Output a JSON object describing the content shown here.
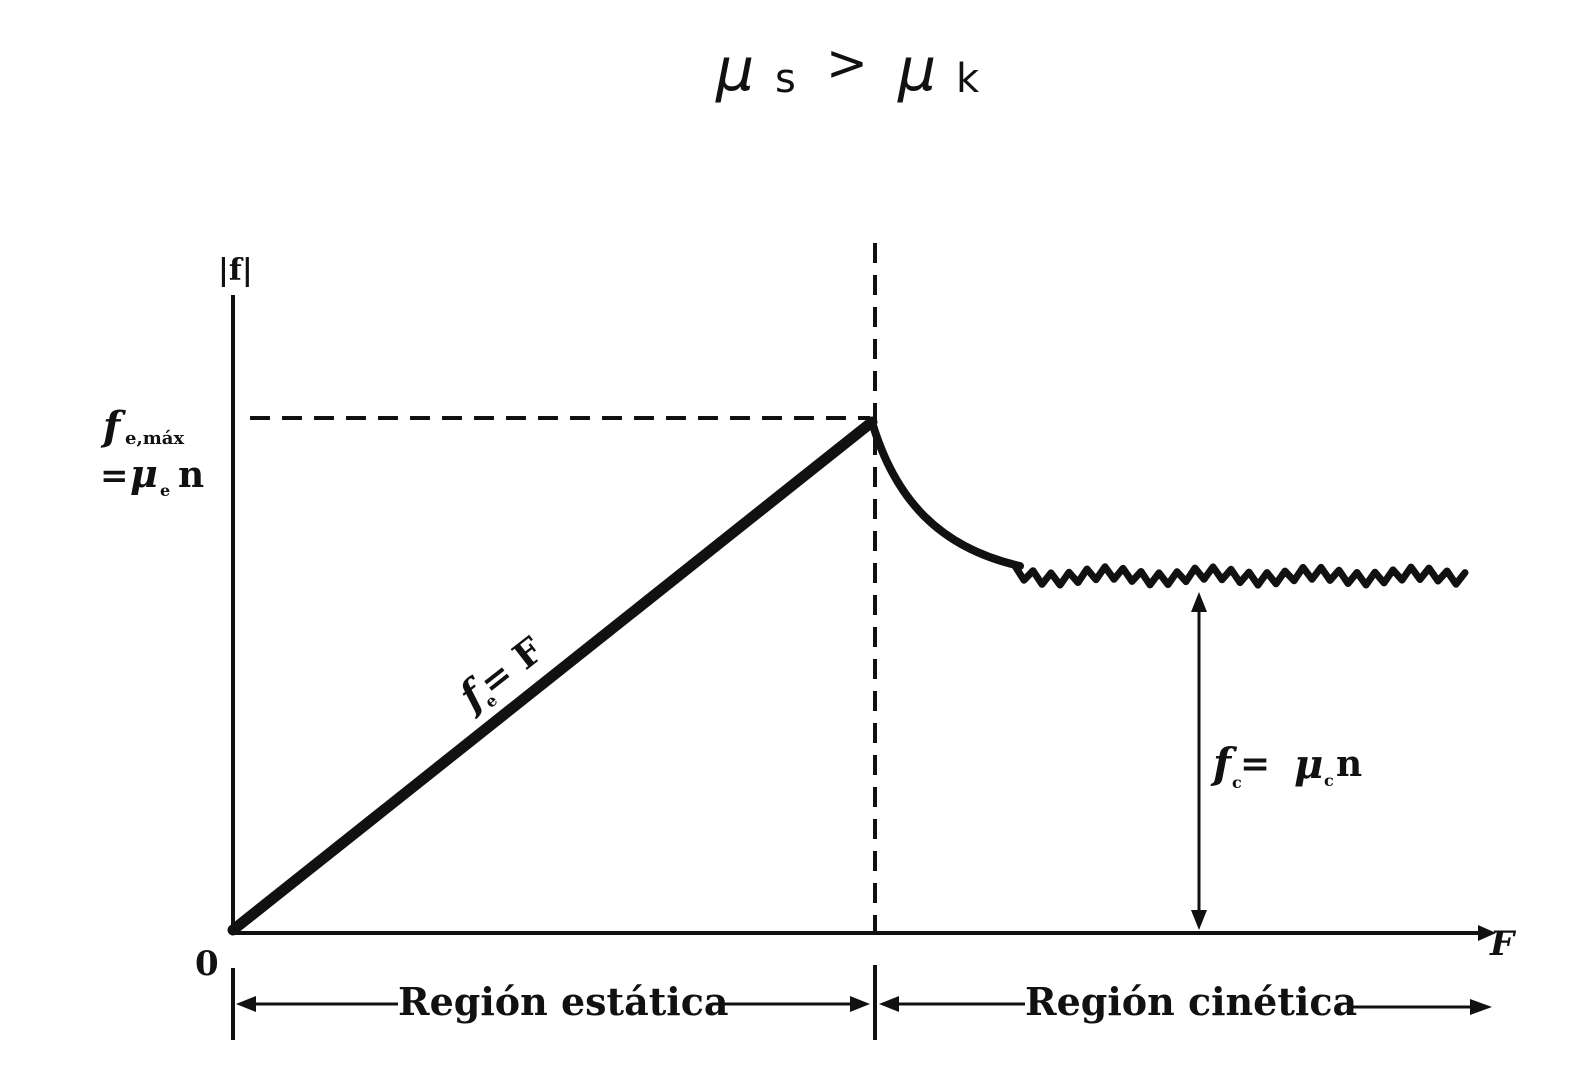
{
  "title": {
    "mu": "μ",
    "sub_s": "s",
    "relation": ">",
    "sub_k": "k"
  },
  "axes": {
    "y_label": "|f|",
    "x_label": "F",
    "origin": "0"
  },
  "labels": {
    "fmax_line1_f": "f",
    "fmax_line1_sub": "e,máx",
    "fmax_line2_eq": "= ",
    "fmax_line2_mu": "μ",
    "fmax_line2_sub": "e",
    "fmax_line2_n": "n",
    "static_eq_f": "f",
    "static_eq_sub": "e",
    "static_eq_rest": " = F",
    "kinetic_eq_f": "f",
    "kinetic_eq_sub": "c",
    "kinetic_eq_mid": " = ",
    "kinetic_eq_mu": "μ",
    "kinetic_eq_sub2": "c",
    "kinetic_eq_n": "n"
  },
  "regions": {
    "static": "Región estática",
    "kinetic": "Región cinética"
  },
  "colors": {
    "ink": "#111111",
    "background": "#ffffff"
  }
}
